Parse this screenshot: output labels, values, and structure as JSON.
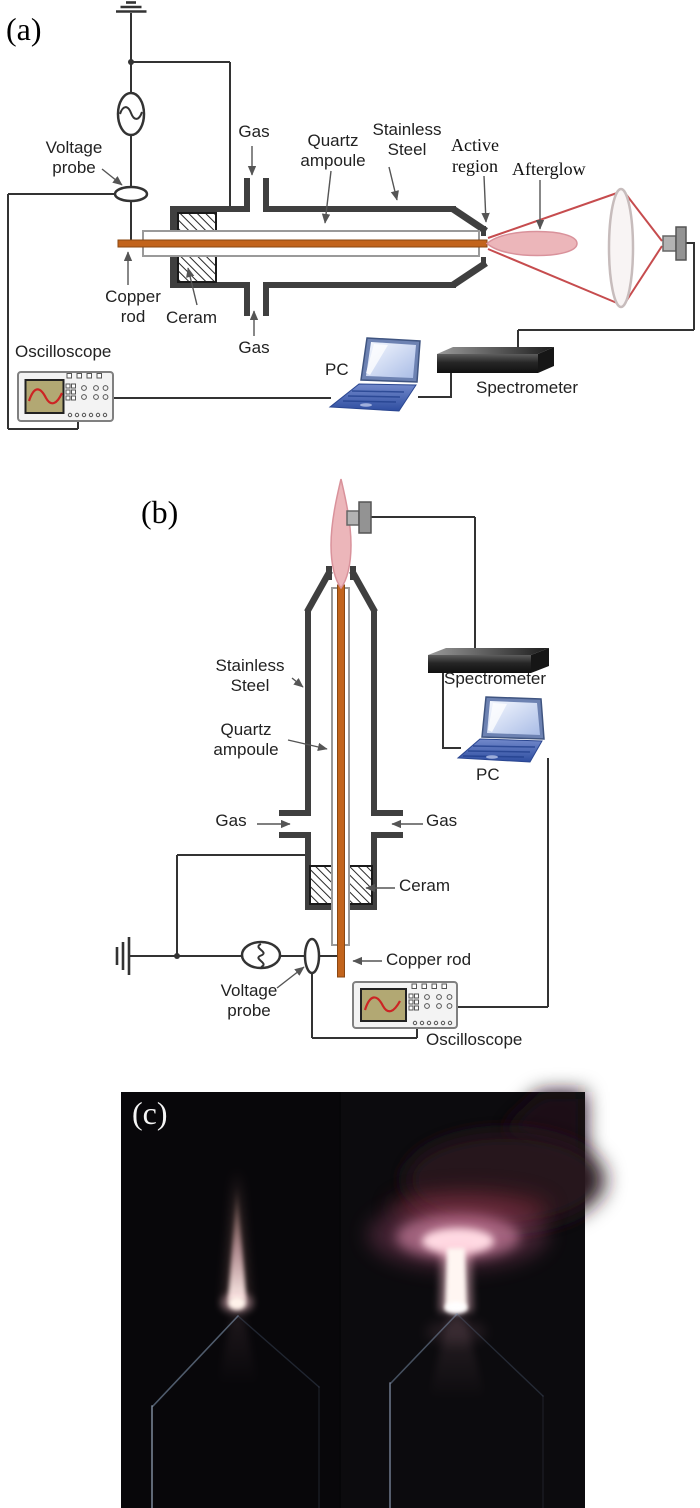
{
  "figure": {
    "colors": {
      "wire": "#333333",
      "wall": "#3f3f3f",
      "copper": "#c2641c",
      "plume": "#ecb6ba",
      "ray": "#c0393b",
      "scope_screen": "#b2a873",
      "wave": "#cc2424",
      "lens": "#f8f4f4"
    },
    "panels": {
      "a": {
        "tag": "(a)",
        "labels": {
          "voltage_probe": "Voltage probe",
          "gas_top": "Gas",
          "quartz_ampoule": "Quartz ampoule",
          "stainless_steel": "Stainless Steel",
          "active_region": "Active region",
          "afterglow": "Afterglow",
          "copper_rod": "Copper rod",
          "ceram": "Ceram",
          "gas_bottom": "Gas",
          "oscilloscope": "Oscilloscope",
          "pc": "PC",
          "spectrometer": "Spectrometer"
        }
      },
      "b": {
        "tag": "(b)",
        "labels": {
          "stainless_steel": "Stainless Steel",
          "quartz_ampoule": "Quartz ampoule",
          "gas_left": "Gas",
          "gas_right": "Gas",
          "ceram": "Ceram",
          "copper_rod": "Copper rod",
          "voltage_probe": "Voltage probe",
          "oscilloscope": "Oscilloscope",
          "spectrometer": "Spectrometer",
          "pc": "PC"
        }
      },
      "c": {
        "tag": "(c)"
      }
    }
  }
}
